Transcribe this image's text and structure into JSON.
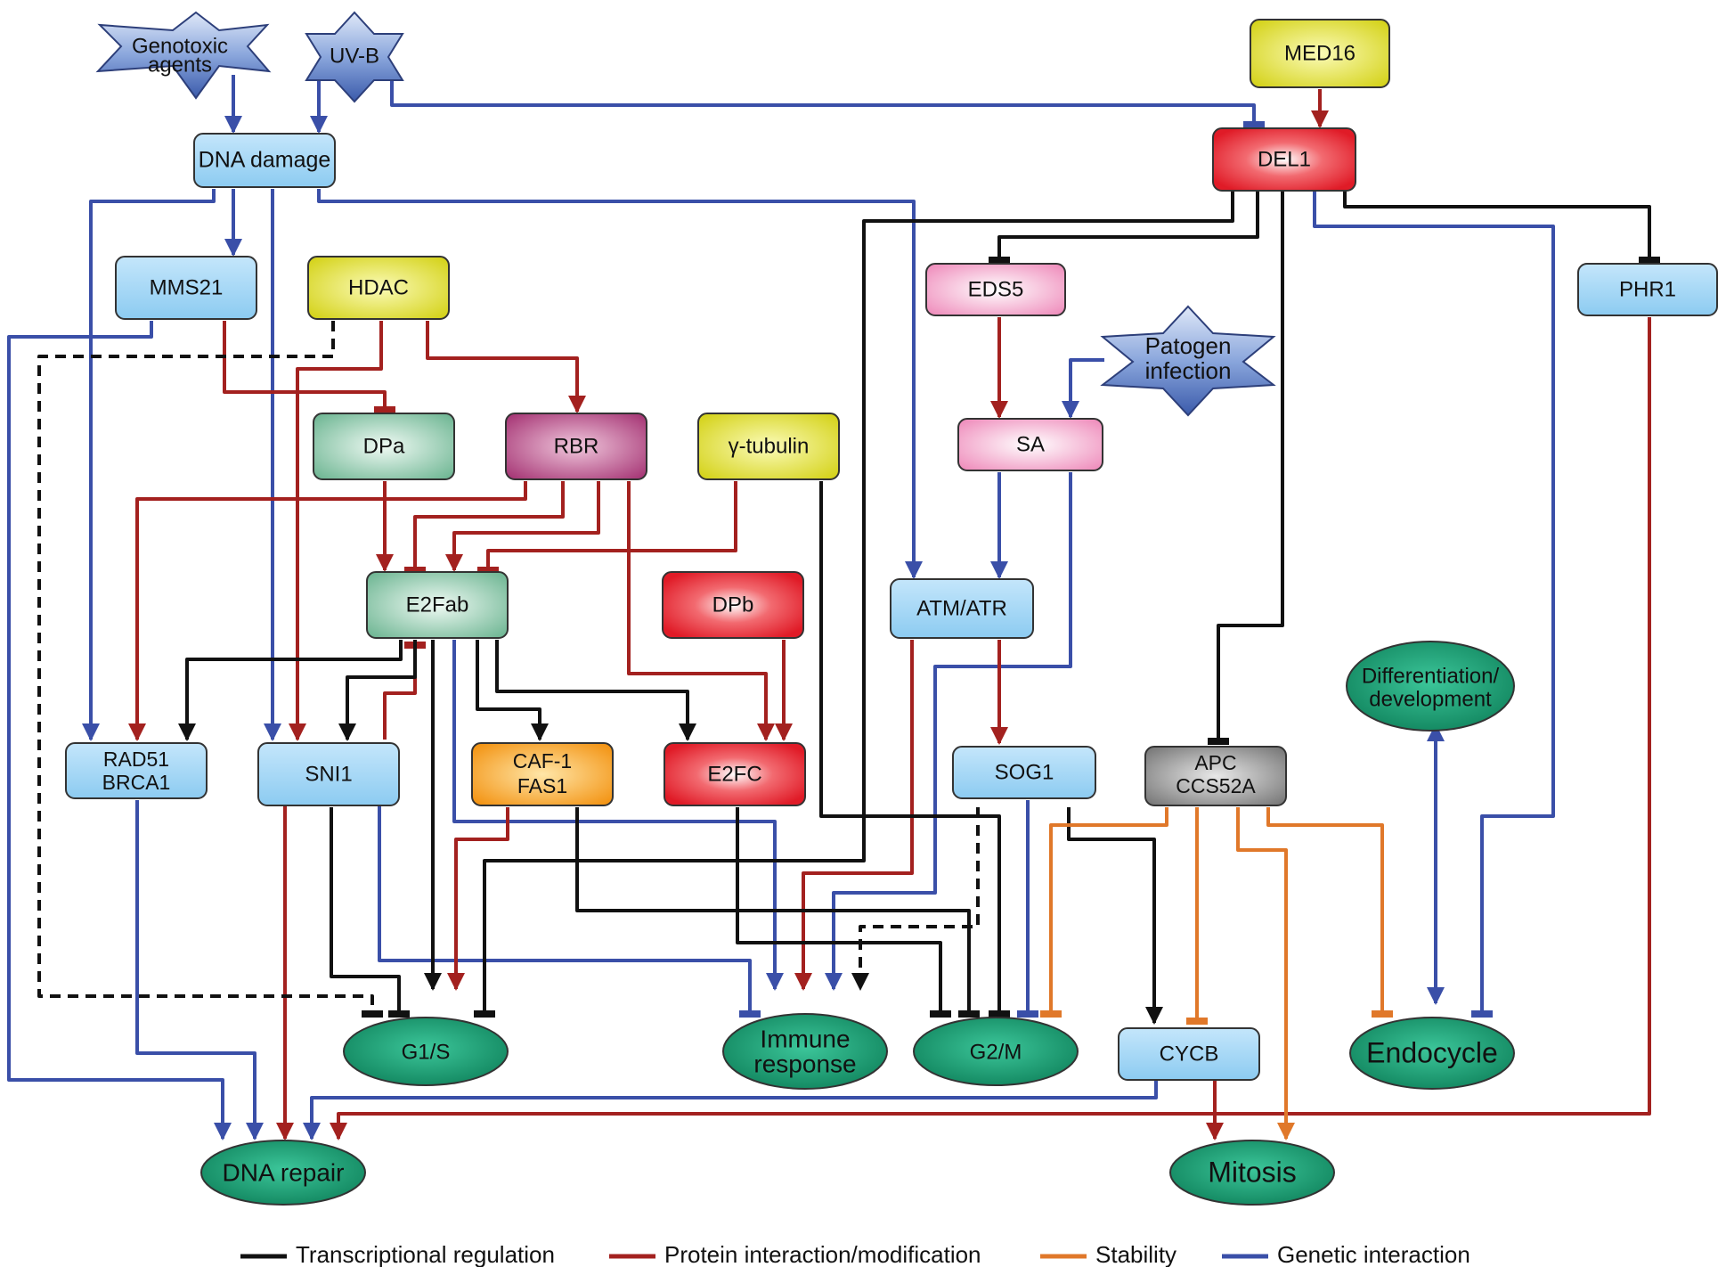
{
  "nodes": {
    "genotoxic": [
      "Genotoxic",
      "agents"
    ],
    "uvb": [
      "UV-B"
    ],
    "med16": [
      "MED16"
    ],
    "dna_damage": [
      "DNA damage"
    ],
    "del1": [
      "DEL1"
    ],
    "mms21": [
      "MMS21"
    ],
    "hdac": [
      "HDAC"
    ],
    "eds5": [
      "EDS5"
    ],
    "phr1": [
      "PHR1"
    ],
    "patogen": [
      "Patogen",
      "infection"
    ],
    "dpa": [
      "DPa"
    ],
    "rbr": [
      "RBR"
    ],
    "gtub": [
      "γ-tubulin"
    ],
    "sa": [
      "SA"
    ],
    "e2fab": [
      "E2Fab"
    ],
    "dpb": [
      "DPb"
    ],
    "atm": [
      "ATM/ATR"
    ],
    "diff": [
      "Differentiation/",
      "development"
    ],
    "rad51": [
      "RAD51",
      "BRCA1"
    ],
    "sni1": [
      "SNI1"
    ],
    "caf1": [
      "CAF-1",
      "FAS1"
    ],
    "e2fc": [
      "E2FC"
    ],
    "sog1": [
      "SOG1"
    ],
    "apc": [
      "APC",
      "CCS52A"
    ],
    "g1s": [
      "G1/S"
    ],
    "immune": [
      "Immune",
      "response"
    ],
    "g2m": [
      "G2/M"
    ],
    "cycb": [
      "CYCB"
    ],
    "endocycle": [
      "Endocycle"
    ],
    "dnarepair": [
      "DNA repair"
    ],
    "mitosis": [
      "Mitosis"
    ]
  },
  "legend": [
    {
      "label": "Transcriptional regulation",
      "color": "#111111"
    },
    {
      "label": "Protein interaction/modification",
      "color": "#a3211f"
    },
    {
      "label": "Stability",
      "color": "#e0782a"
    },
    {
      "label": "Genetic interaction",
      "color": "#3a4fa8"
    }
  ],
  "colors": {
    "transcriptional": "#111111",
    "protein": "#a3211f",
    "stability": "#e0782a",
    "genetic": "#3a4fa8",
    "lightblue": "#a7d6f4",
    "red": "#e42530",
    "yellow": "#e4e22a",
    "pink": "#f4a9cc",
    "magenta": "#b34b86",
    "seagreen": "#8fc8ac",
    "orange": "#f7a31c",
    "gray": "#9a9a9a",
    "teal": "#1f9a72",
    "star": "#6a86c8"
  }
}
